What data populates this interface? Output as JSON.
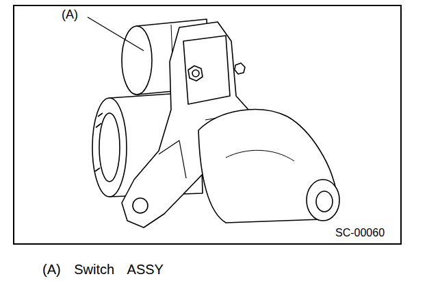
{
  "diagram": {
    "caption": "(A) Switch ASSY",
    "labels": [
      "(A)",
      "SC-00060"
    ]
  }
}
